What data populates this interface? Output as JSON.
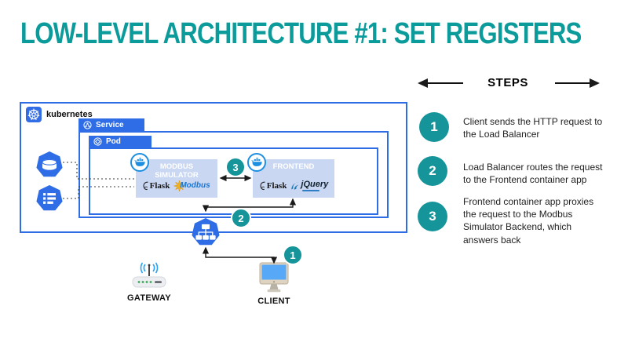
{
  "title": "LOW-LEVEL ARCHITECTURE #1: SET REGISTERS",
  "kubernetes": {
    "label": "kubernetes",
    "service_label": "Service",
    "pod_label": "Pod"
  },
  "containers": {
    "modbus": {
      "title": "MODBUS SIMULATOR"
    },
    "frontend": {
      "title": "FRONTEND"
    }
  },
  "logos": {
    "flask": "Flask",
    "modbus": "Modbus",
    "jquery": "jQuery"
  },
  "nodes": {
    "gateway_label": "GATEWAY",
    "client_label": "CLIENT"
  },
  "badges": {
    "b1": "1",
    "b2": "2",
    "b3": "3"
  },
  "steps": {
    "header": "STEPS",
    "items": [
      {
        "num": "1",
        "text": "Client sends the HTTP request to the Load Balancer"
      },
      {
        "num": "2",
        "text": "Load Balancer routes the request to the Frontend container app"
      },
      {
        "num": "3",
        "text": "Frontend container app proxies the request to the Modbus Simulator Backend, which answers back"
      }
    ]
  },
  "colors": {
    "accent_teal": "#0b9b9b",
    "badge_teal": "#15949a",
    "k8s_blue": "#2e6de6",
    "docker_blue": "#1d8fe1",
    "container_fill": "#c9d7f3"
  }
}
